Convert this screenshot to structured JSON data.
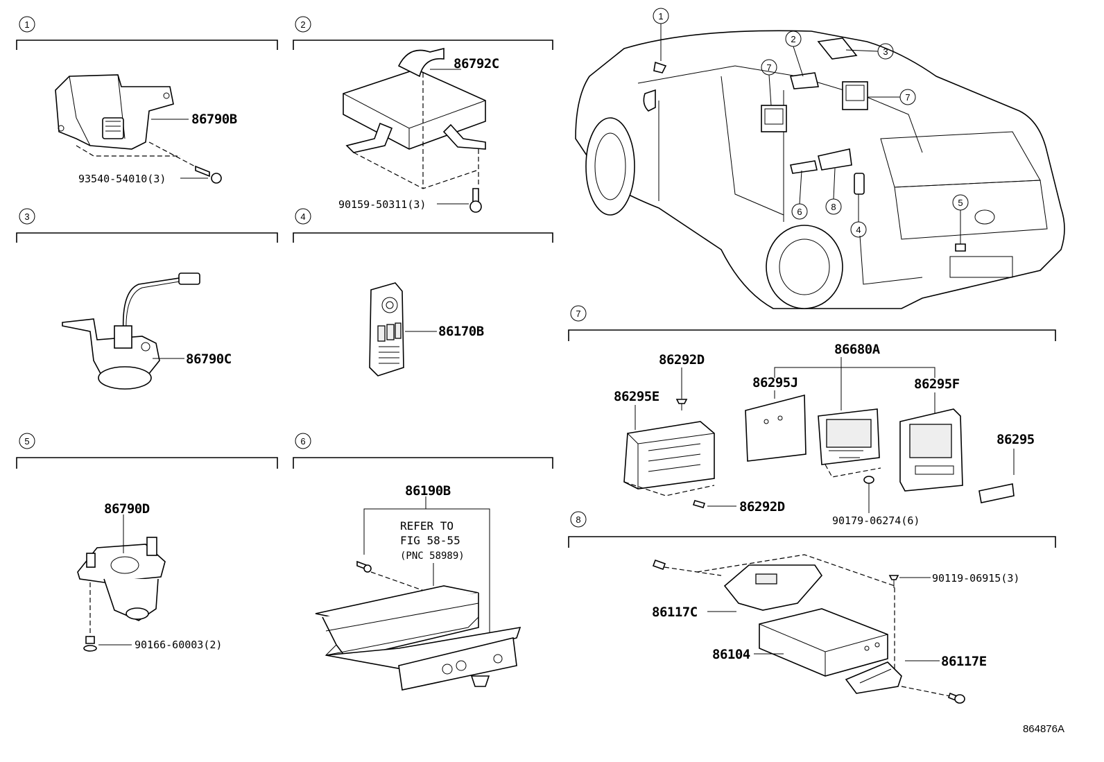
{
  "sections": [
    {
      "number": "1",
      "parts": [
        "86790B"
      ],
      "bolts": [
        "93540-54010(3)"
      ]
    },
    {
      "number": "2",
      "parts": [
        "86792C"
      ],
      "bolts": [
        "90159-50311(3)"
      ]
    },
    {
      "number": "3",
      "parts": [
        "86790C"
      ],
      "bolts": []
    },
    {
      "number": "4",
      "parts": [
        "86170B"
      ],
      "bolts": []
    },
    {
      "number": "5",
      "parts": [
        "86790D"
      ],
      "bolts": [
        "90166-60003(2)"
      ]
    },
    {
      "number": "6",
      "parts": [
        "86190B"
      ],
      "bolts": [],
      "note": [
        "REFER TO",
        "FIG 58-55",
        "(PNC 58989)"
      ]
    },
    {
      "number": "7",
      "parts": [
        "86680A",
        "86292D",
        "86295J",
        "86295F",
        "86295E",
        "86295",
        "86292D"
      ],
      "bolts": [
        "90179-06274(6)"
      ]
    },
    {
      "number": "8",
      "parts": [
        "86117C",
        "86104",
        "86117E"
      ],
      "bolts": [
        "90119-06915(3)"
      ]
    }
  ],
  "vehicle_callouts": [
    "1",
    "2",
    "3",
    "7",
    "7",
    "5",
    "6",
    "8",
    "4"
  ],
  "catalog_id": "864876A"
}
